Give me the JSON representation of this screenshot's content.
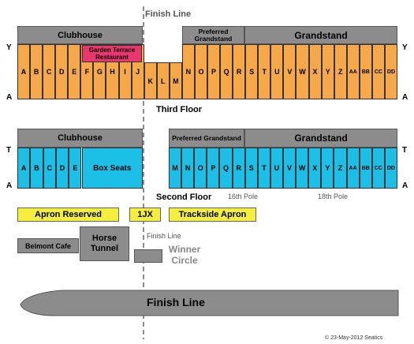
{
  "finish_line_top": "Finish Line",
  "third_floor": {
    "headers": {
      "clubhouse": "Clubhouse",
      "preferred": "Preferred Grandstand",
      "grandstand": "Grandstand"
    },
    "restaurant": "Garden Terrace Restaurant",
    "sections": [
      "A",
      "B",
      "C",
      "D",
      "E",
      "F",
      "G",
      "H",
      "I",
      "J",
      "K",
      "L",
      "M",
      "N",
      "O",
      "P",
      "Q",
      "R",
      "S",
      "T",
      "U",
      "V",
      "W",
      "X",
      "Y",
      "Z",
      "AA",
      "BB",
      "CC",
      "DD"
    ],
    "floor_label": "Third Floor",
    "row_top": "Y",
    "row_bottom": "A"
  },
  "second_floor": {
    "headers": {
      "clubhouse": "Clubhouse",
      "preferred": "Preferred Grandstand",
      "grandstand": "Grandstand"
    },
    "left_sections": [
      "A",
      "B",
      "C",
      "D",
      "E"
    ],
    "box_seats": "Box Seats",
    "right_sections": [
      "M",
      "N",
      "O",
      "P",
      "Q",
      "R",
      "S",
      "T",
      "U",
      "V",
      "W",
      "X",
      "Y",
      "Z",
      "AA",
      "BB",
      "CC",
      "DD"
    ],
    "floor_label": "Second Floor",
    "pole_16": "16th Pole",
    "pole_18": "18th Pole",
    "row_top": "T",
    "row_bottom": "A"
  },
  "apron": {
    "apron_reserved": "Apron Reserved",
    "jx": "1JX",
    "trackside": "Trackside Apron"
  },
  "ground": {
    "belmont_cafe": "Belmont Cafe",
    "horse_tunnel": "Horse Tunnel",
    "finish_line_small": "Finish Line",
    "winner_circle": "Winner Circle"
  },
  "track_finish_line": "Finish Line",
  "copyright": "© 23-May-2012 Seatics",
  "colors": {
    "orange": "#f7a94a",
    "cyan": "#1cc0e6",
    "grey": "#8c8c8c",
    "pink": "#e8366e",
    "yellow": "#f4ee3c"
  }
}
